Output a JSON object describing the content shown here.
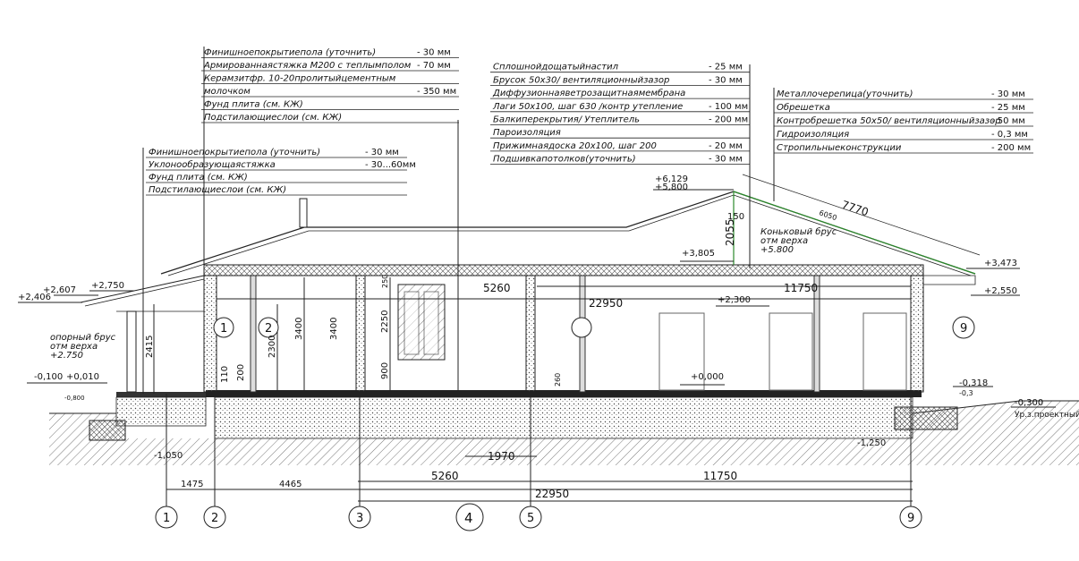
{
  "floor_note": {
    "layers": [
      {
        "text": "Финишноепокрытиепола  (уточнить)",
        "value": "- 30 мм"
      },
      {
        "text": "Армированнаястяжка М200 с теплымполом",
        "value": "- 70 мм"
      },
      {
        "text": "Керамзитфр. 10-20пролитыйцементным",
        "value": ""
      },
      {
        "text": "молочком",
        "value": "- 350 мм"
      },
      {
        "text": "Фунд плита  (см. КЖ)",
        "value": ""
      },
      {
        "text": "Подстилающиеслои (см. КЖ)",
        "value": ""
      }
    ]
  },
  "porch_note": {
    "layers": [
      {
        "text": "Финишноепокрытиепола  (уточнить)",
        "value": "- 30 мм"
      },
      {
        "text": "Уклонообразующаястяжка",
        "value": "- 30...60мм"
      },
      {
        "text": "Фунд плита  (см. КЖ)",
        "value": ""
      },
      {
        "text": "Подстилающиеслои (см. КЖ)",
        "value": ""
      }
    ]
  },
  "ceiling_note": {
    "layers": [
      {
        "text": "Сплошнойдощатыйнастил",
        "value": "- 25 мм"
      },
      {
        "text": "Брусок 50х30/ вентиляционныйзазор",
        "value": "- 30 мм"
      },
      {
        "text": "Диффузионнаяветрозащитнаямембрана",
        "value": ""
      },
      {
        "text": "Лаги  50х100, шаг 630  /контр утепление",
        "value": "- 100 мм"
      },
      {
        "text": "Балкиперекрытия/ Утеплитель",
        "value": "- 200 мм"
      },
      {
        "text": "Пароизоляция",
        "value": ""
      },
      {
        "text": "Прижимнаядоска 20х100, шаг 200",
        "value": "- 20 мм"
      },
      {
        "text": "Подшивкапотолков(уточнить)",
        "value": "- 30 мм"
      }
    ]
  },
  "roof_note": {
    "layers": [
      {
        "text": "Металлочерепица(уточнить)",
        "value": "- 30 мм"
      },
      {
        "text": "Обрешетка",
        "value": "- 25 мм"
      },
      {
        "text": "Контробрешетка 50х50/ вентиляционныйзазор",
        "value": "- 50 мм"
      },
      {
        "text": "Гидроизоляция",
        "value": "- 0,3 мм"
      },
      {
        "text": "Стропильныеконструкции",
        "value": "- 200 мм"
      }
    ]
  },
  "levels": {
    "ridge_top": "+6,129",
    "ridge": "+5,800",
    "attic": "+3,805",
    "eave_right": "+3,473",
    "right_low": "+2,550",
    "ceiling": "+2,300",
    "porch_eave": "+2,750",
    "porch_top": "+2,607",
    "porch_low": "+2,406",
    "floor": "+0,000",
    "porch_floor": "+0,010",
    "porch_ground": "-0,100",
    "ground_left": "-0,800",
    "foot_left": "-1,050",
    "ground_right": "-0,318",
    "ground_right2": "-0,3",
    "proj_ground": "-0,300",
    "foot_right": "-1,250"
  },
  "labels": {
    "ridge_beam": [
      "Коньковый брус",
      "отм верха",
      "+5.800"
    ],
    "support_beam": [
      "опорный брус",
      "отм верха",
      "+2.750"
    ],
    "proj_ground_text": "Ур.з.проектный",
    "roof_length": "7770",
    "rafter_length": "6050"
  },
  "dims": {
    "inner_5260": "5260",
    "inner_11750": "11750",
    "inner_22950": "22950",
    "wall_3400a": "3400",
    "wall_3400b": "3400",
    "door_2300": "2300",
    "porch_2415": "2415",
    "win_2250": "2250",
    "win_900": "900",
    "win_250": "250",
    "d110": "110",
    "d200": "200",
    "d260": "260",
    "d150": "150",
    "d2055": "2055",
    "d1970": "1970",
    "bot_1475": "1475",
    "bot_4465": "4465",
    "bot_5260": "5260",
    "bot_11750": "11750",
    "bot_22950": "22950"
  },
  "axes": {
    "a1": "1",
    "a2": "2",
    "a3": "3",
    "a4": "4",
    "a5": "5",
    "a9": "9"
  }
}
